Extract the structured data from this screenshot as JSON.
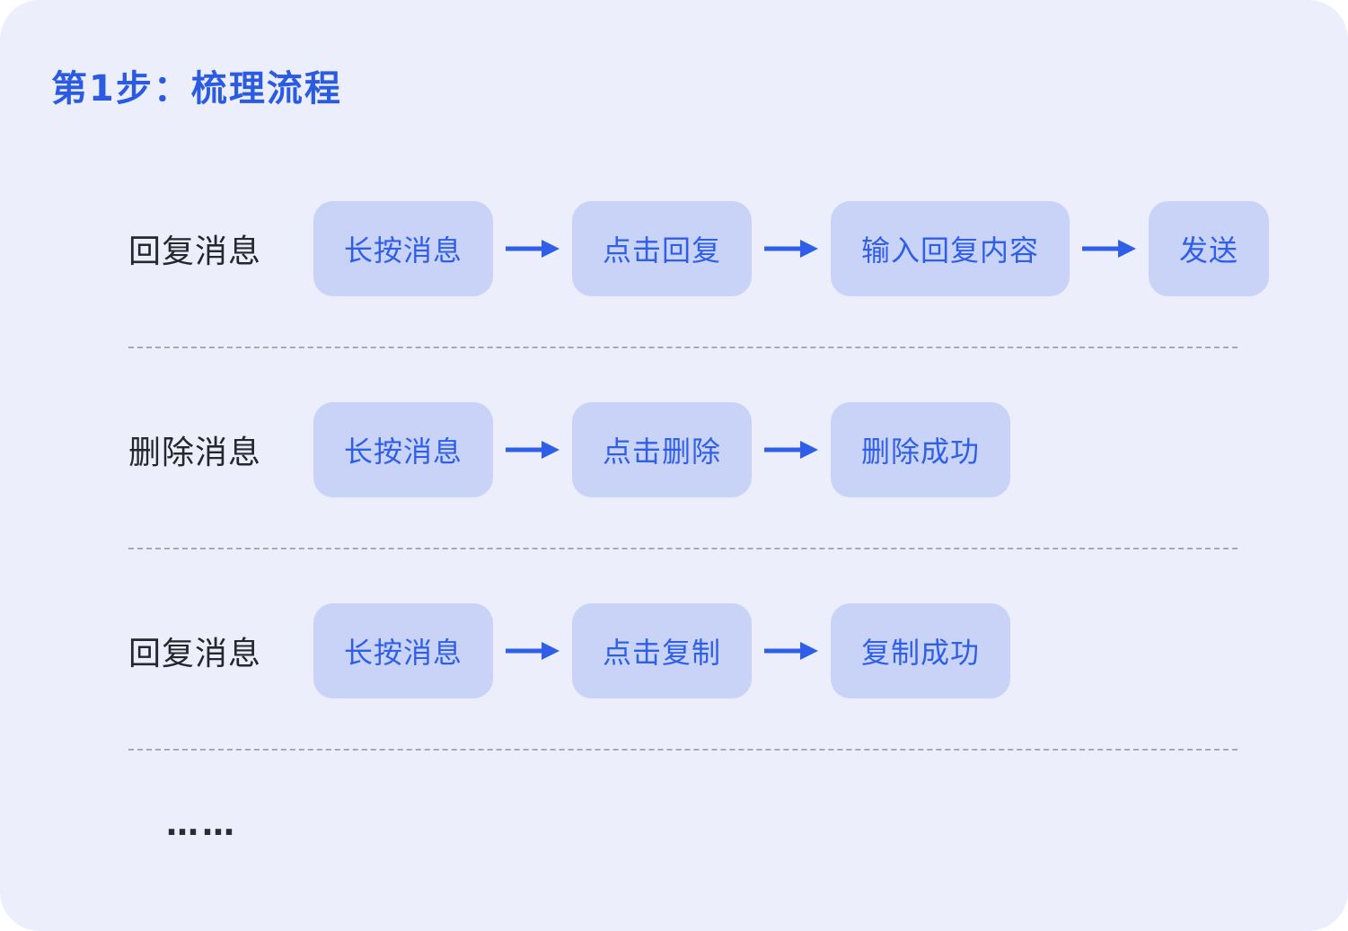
{
  "page": {
    "title": "第1步：梳理流程",
    "ellipsis": "……"
  },
  "colors": {
    "card_bg": "#EDEEFB",
    "step_box_bg": "#C9D3F8",
    "accent_blue": "#2F5FE8",
    "title_blue": "#2B5BE2",
    "label_text": "#25262E",
    "divider_dash": "#A6A9B6"
  },
  "flows": [
    {
      "label": "回复消息",
      "steps": [
        "长按消息",
        "点击回复",
        "输入回复内容",
        "发送"
      ]
    },
    {
      "label": "删除消息",
      "steps": [
        "长按消息",
        "点击删除",
        "删除成功"
      ]
    },
    {
      "label": "回复消息",
      "steps": [
        "长按消息",
        "点击复制",
        "复制成功"
      ]
    }
  ]
}
